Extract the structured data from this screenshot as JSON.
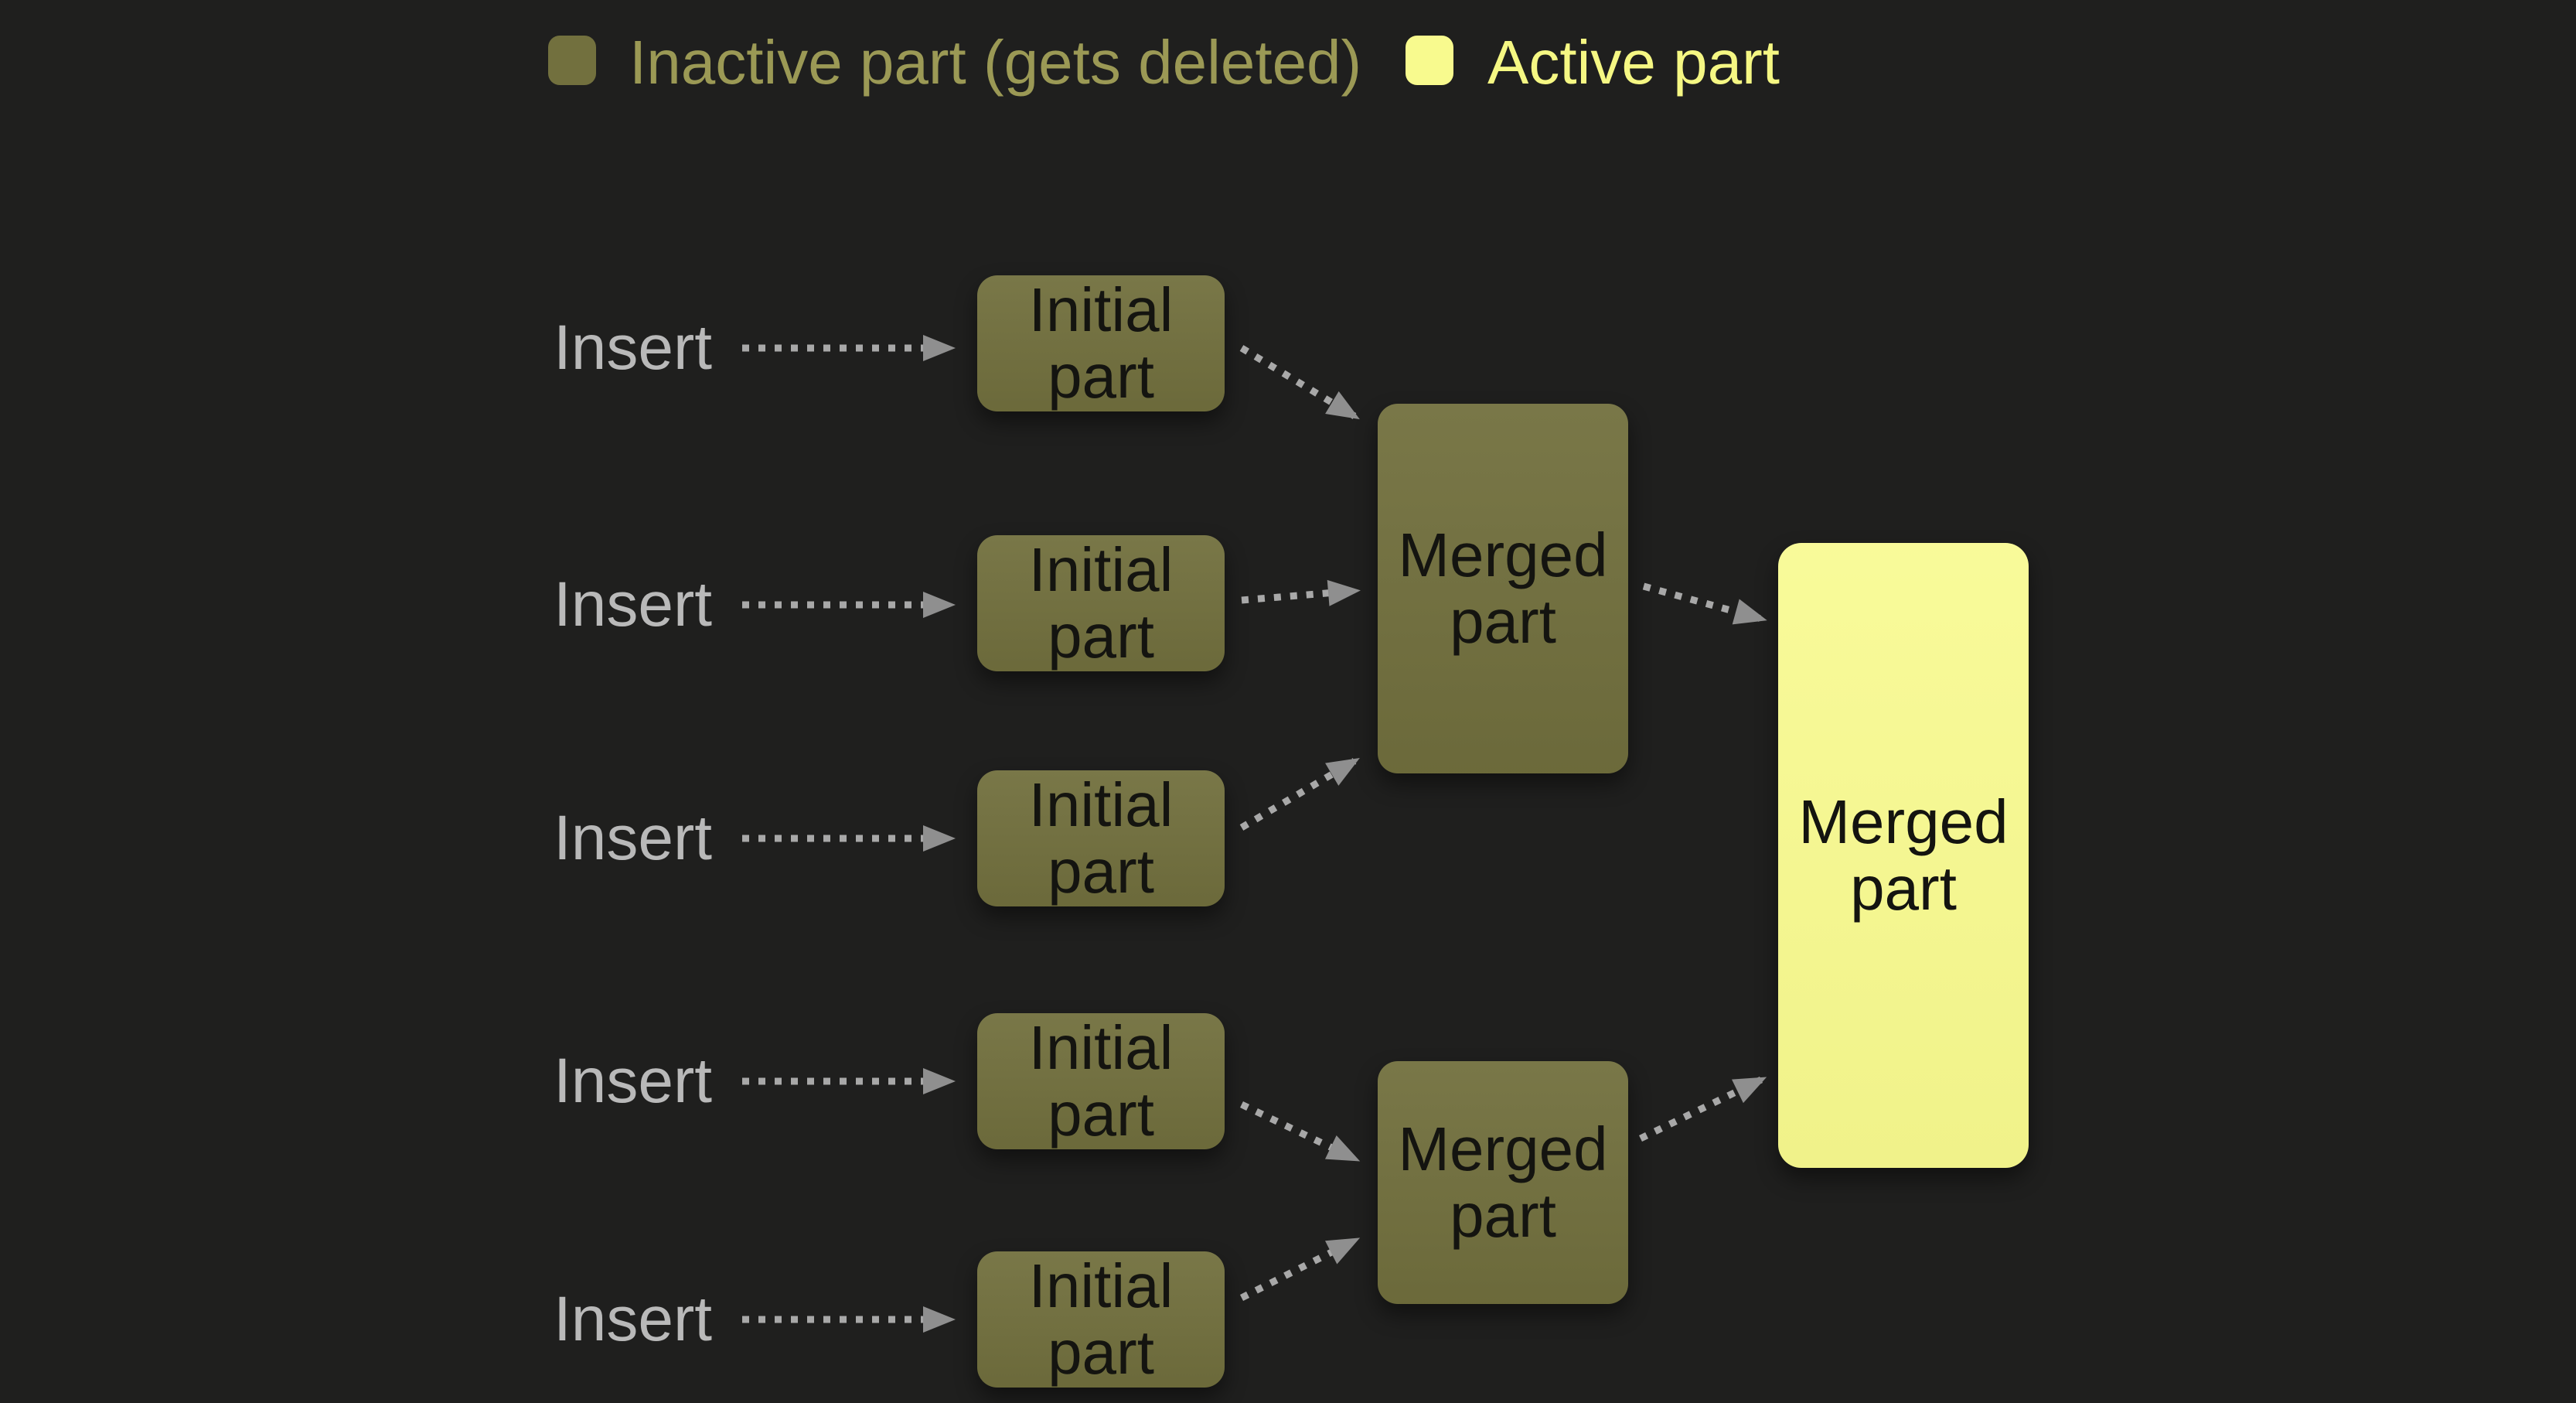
{
  "colors": {
    "bg": "#1f1f1e",
    "node_inactive": "#72703e",
    "node_active": "#f8fa8e",
    "node_text": "#141410",
    "legend_inactive_text": "#9b9955",
    "legend_active_text": "#f5f783",
    "insert_text": "#b9b9b9",
    "arrow_dots": "#a8a8a8",
    "arrow_head": "#8f8f8f"
  },
  "legend": {
    "inactive_label": "Inactive part (gets deleted)",
    "active_label": "Active part"
  },
  "rows": [
    {
      "insert_label": "Insert",
      "node_label": "Initial part"
    },
    {
      "insert_label": "Insert",
      "node_label": "Initial part"
    },
    {
      "insert_label": "Insert",
      "node_label": "Initial part"
    },
    {
      "insert_label": "Insert",
      "node_label": "Initial part"
    },
    {
      "insert_label": "Insert",
      "node_label": "Initial part"
    }
  ],
  "nodes": {
    "merged_top_label": "Merged part",
    "merged_bottom_label": "Merged part",
    "merged_final_label": "Merged part"
  }
}
